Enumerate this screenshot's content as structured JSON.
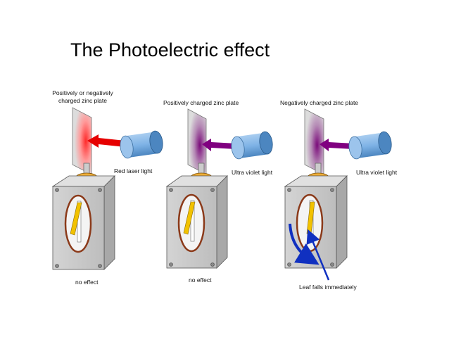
{
  "title": "The Photoelectric effect",
  "panels": [
    {
      "plate_label_line1": "Positively or negatively",
      "plate_label_line2": "charged zinc plate",
      "light_label": "Red laser light",
      "result_label": "no effect",
      "beam_color": "#e60000",
      "glow_color": "#ff3a3a"
    },
    {
      "plate_label": "Positively charged zinc plate",
      "light_label": "Ultra violet light",
      "result_label": "no effect",
      "beam_color": "#800080",
      "glow_color": "#8a1a8a"
    },
    {
      "plate_label": "Negatively charged zinc plate",
      "light_label": "Ultra violet light",
      "result_label": "Leaf falls immediately",
      "beam_color": "#800080",
      "glow_color": "#8a1a8a",
      "arrow_color": "#1030c0"
    }
  ],
  "colors": {
    "box": "#c9c9c9",
    "box_dark": "#9a9a9a",
    "oval": "#8b3a1a",
    "leaf": "#f2c200",
    "cylinder": "#7fb3e6",
    "disc": "#e8a020"
  }
}
